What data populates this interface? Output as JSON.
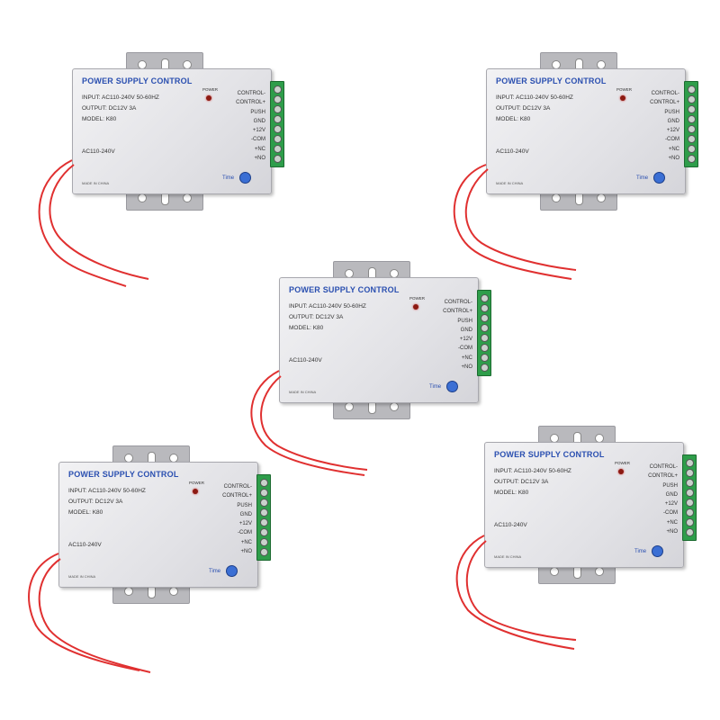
{
  "product": {
    "title": "POWER SUPPLY CONTROL",
    "input": "INPUT: AC110-240V 50-60HZ",
    "output": "OUTPUT: DC12V 3A",
    "model": "MODEL: K80",
    "power_label": "POWER",
    "ac_label": "AC110-240V",
    "made_in": "MADE IN CHINA",
    "time_label": "Time",
    "terminals": [
      "CONTROL-",
      "CONTROL+",
      "PUSH",
      "GND",
      "+12V",
      "-COM",
      "+NC",
      "+NO"
    ],
    "colors": {
      "title": "#2a4fb0",
      "terminal_block": "#2e9d4a",
      "wire": "#e03030",
      "led": "#8c1a12"
    }
  }
}
